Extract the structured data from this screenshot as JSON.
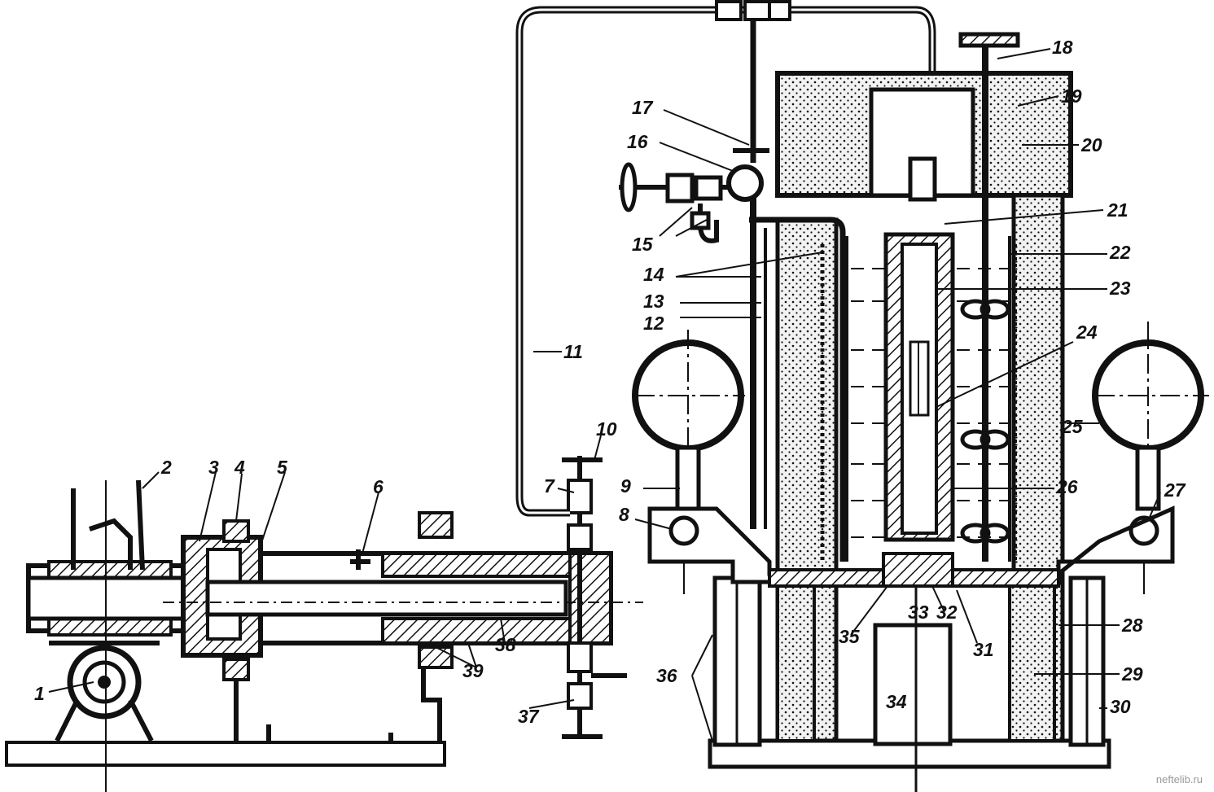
{
  "figure": {
    "callouts": [
      "1",
      "2",
      "3",
      "4",
      "5",
      "6",
      "7",
      "8",
      "9",
      "10",
      "11",
      "12",
      "13",
      "14",
      "15",
      "16",
      "17",
      "18",
      "19",
      "20",
      "21",
      "22",
      "23",
      "24",
      "25",
      "26",
      "27",
      "28",
      "29",
      "30",
      "31",
      "32",
      "33",
      "34",
      "35",
      "36",
      "37",
      "38",
      "39"
    ],
    "watermark": "neftelib.ru"
  },
  "colors": {
    "ink": "#111111",
    "paper": "#ffffff",
    "insulation": "#ececec"
  }
}
